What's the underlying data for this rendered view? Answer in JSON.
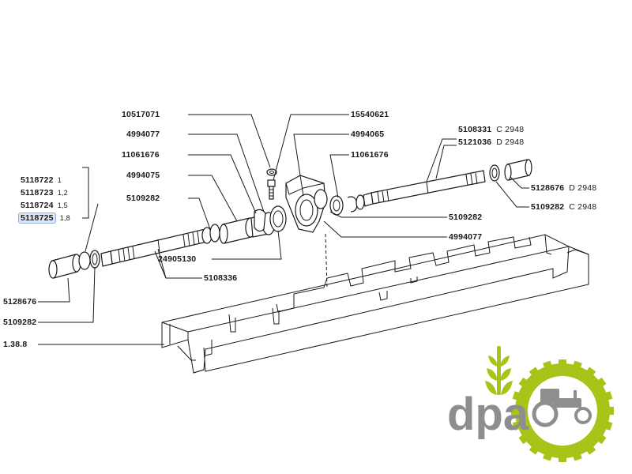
{
  "labels": {
    "p10517071": "10517071",
    "p15540621": "15540621",
    "p4994077a": "4994077",
    "p4994065": "4994065",
    "p11061676a": "11061676",
    "p11061676b": "11061676",
    "p4994075": "4994075",
    "p5109282a": "5109282",
    "p5109282b": "5109282",
    "p5109282c": "5109282",
    "p5109282d": "5109282",
    "p24905130": "24905130",
    "p5108336": "5108336",
    "p4994077b": "4994077",
    "p5108331": "5108331",
    "p5121036": "5121036",
    "p5128676a": "5128676",
    "p5128676b": "5128676",
    "p138": "1.38.8",
    "code_c2948_a": "C 2948",
    "code_d2948_a": "D 2948",
    "code_d2948_b": "D 2948",
    "code_c2948_b": "C 2948"
  },
  "shim_group": [
    {
      "part": "5118722",
      "thickness": "1"
    },
    {
      "part": "5118723",
      "thickness": "1,2"
    },
    {
      "part": "5118724",
      "thickness": "1,5"
    },
    {
      "part": "5118725",
      "thickness": "1,8"
    }
  ],
  "logo": {
    "text": "dpa",
    "green": "#a7c518",
    "gray": "#8e8e8e"
  }
}
